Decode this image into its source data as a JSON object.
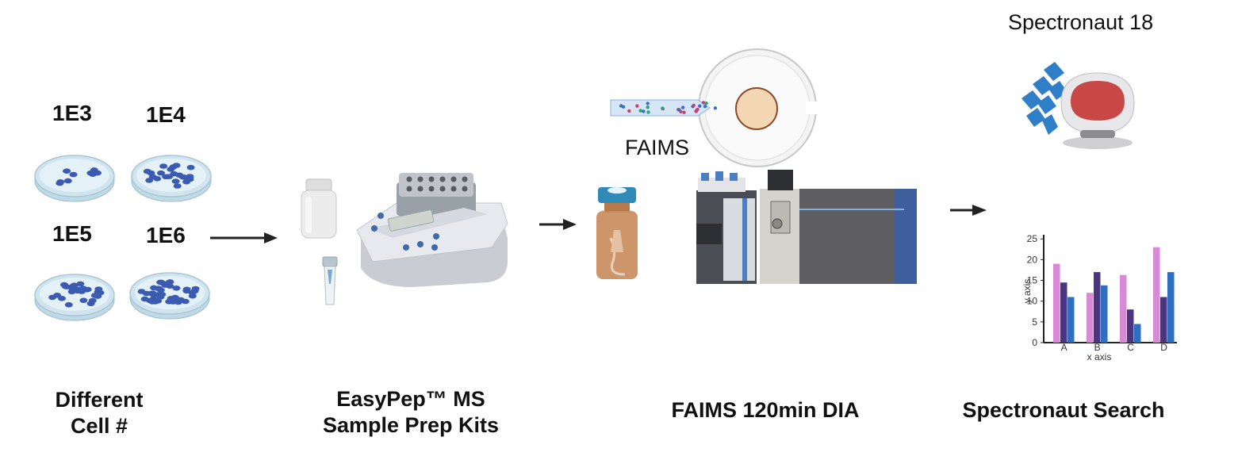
{
  "dishes": [
    {
      "label": "1E3",
      "cells": 9
    },
    {
      "label": "1E4",
      "cells": 22
    },
    {
      "label": "1E5",
      "cells": 28
    },
    {
      "label": "1E6",
      "cells": 40
    }
  ],
  "steps": [
    {
      "line1": "Different",
      "line2": "Cell #"
    },
    {
      "line1": "EasyPep™ MS",
      "line2": "Sample Prep Kits"
    },
    {
      "line1": "FAIMS 120min DIA",
      "line2": ""
    },
    {
      "line1": "Spectronaut Search",
      "line2": ""
    }
  ],
  "faims_label": "FAIMS",
  "software_label": "Spectronaut 18",
  "colors": {
    "cell": "#3b5bb0",
    "dish": "#cfe4ee",
    "vial_amber": "#c88a5a",
    "cap_blue": "#2f8ab7",
    "logo_blue": "#2f7fc8",
    "logo_red": "#c84848",
    "arrow": "#222222"
  },
  "chart_data": {
    "type": "bar",
    "categories": [
      "A",
      "B",
      "C",
      "D"
    ],
    "series": [
      {
        "color": "#d98ad6",
        "values": [
          19,
          12,
          16.3,
          23
        ]
      },
      {
        "color": "#4a3680",
        "values": [
          14.5,
          17,
          8,
          11
        ]
      },
      {
        "color": "#2f6fbf",
        "values": [
          11,
          13.8,
          4.5,
          17
        ]
      }
    ],
    "yticks": [
      "0",
      "5",
      "10",
      "15",
      "20",
      "25"
    ],
    "xlabel": "x axis",
    "ylabel": "y axis",
    "ylim": [
      0,
      26
    ]
  }
}
